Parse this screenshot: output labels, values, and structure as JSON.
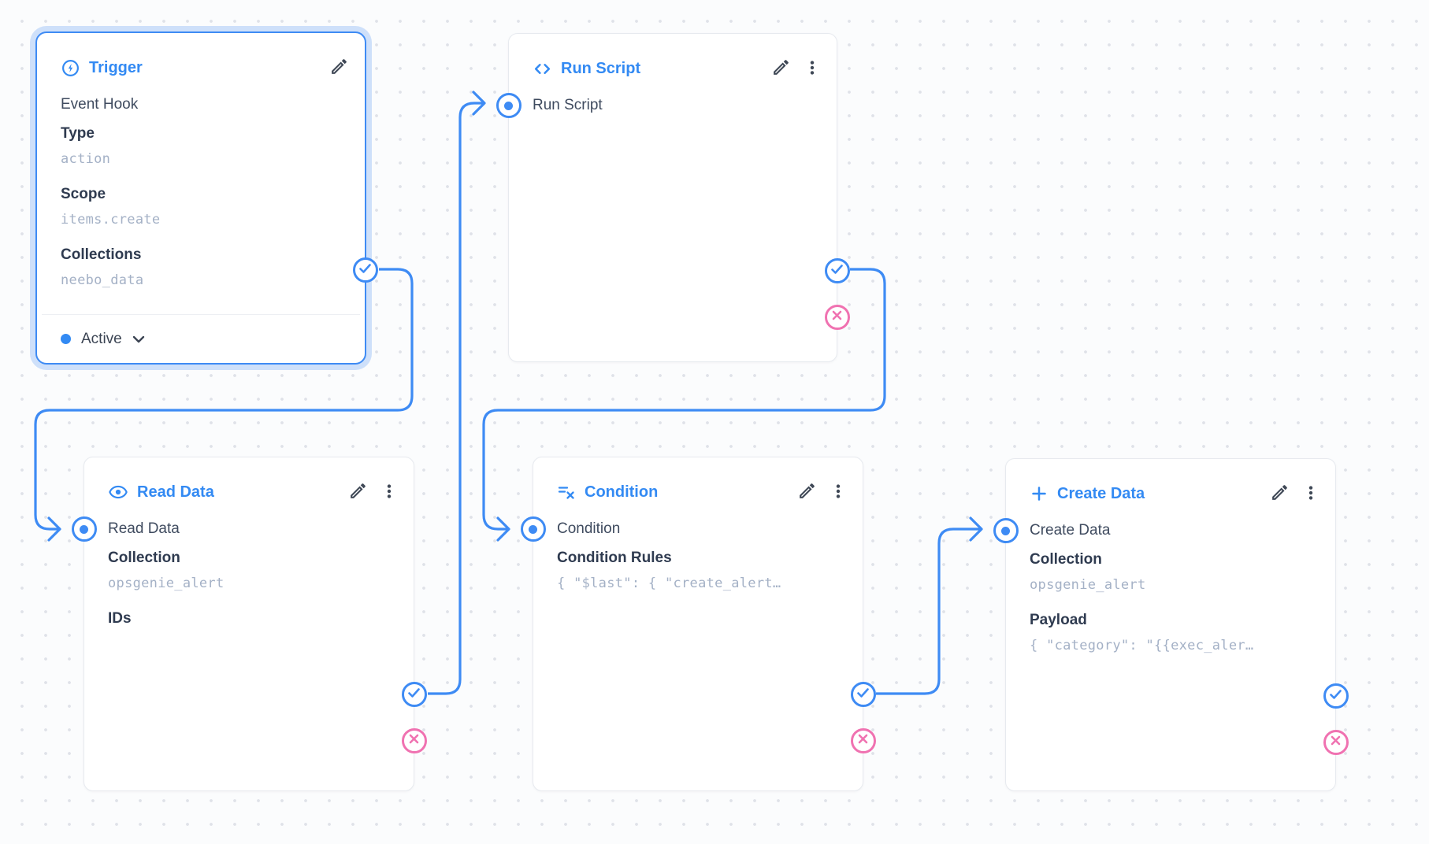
{
  "app": {
    "view": "flow-editor-canvas"
  },
  "colors": {
    "accent_blue": "#3e8bf4",
    "title_blue": "#338af3",
    "reject_pink": "#f072b1",
    "body_text": "#3f4b5f",
    "label_text": "#2f3b50",
    "mono_text": "#a4b1c6",
    "card_border": "#e7eaef",
    "canvas_bg": "#fbfcfd",
    "grid_dot": "#dfe2e8"
  },
  "icons": {
    "trigger": "bolt-circle-icon",
    "run_script": "code-icon",
    "read_data": "eye-icon",
    "condition": "rule-icon",
    "create_data": "plus-icon",
    "edit": "pencil-icon",
    "menu": "kebab-menu-icon",
    "status_expand": "chevron-down-icon",
    "resolve": "check-icon",
    "reject": "x-icon"
  },
  "nodes": [
    {
      "key": "trigger",
      "title": "Trigger",
      "subtitle": "Event Hook",
      "fields": [
        {
          "label": "Type",
          "value": "action"
        },
        {
          "label": "Scope",
          "value": "items.create"
        },
        {
          "label": "Collections",
          "value": "neebo_data"
        }
      ],
      "status": {
        "label": "Active"
      }
    },
    {
      "key": "run-script",
      "title": "Run Script",
      "subtitle": "Run Script",
      "fields": []
    },
    {
      "key": "read-data",
      "title": "Read Data",
      "subtitle": "Read Data",
      "fields": [
        {
          "label": "Collection",
          "value": "opsgenie_alert"
        },
        {
          "label": "IDs",
          "value": ""
        }
      ]
    },
    {
      "key": "condition",
      "title": "Condition",
      "subtitle": "Condition",
      "fields": [
        {
          "label": "Condition Rules",
          "value": "{ \"$last\": { \"create_alert…"
        }
      ]
    },
    {
      "key": "create-data",
      "title": "Create Data",
      "subtitle": "Create Data",
      "fields": [
        {
          "label": "Collection",
          "value": "opsgenie_alert"
        },
        {
          "label": "Payload",
          "value": "{ \"category\": \"{{exec_aler…"
        }
      ]
    }
  ]
}
